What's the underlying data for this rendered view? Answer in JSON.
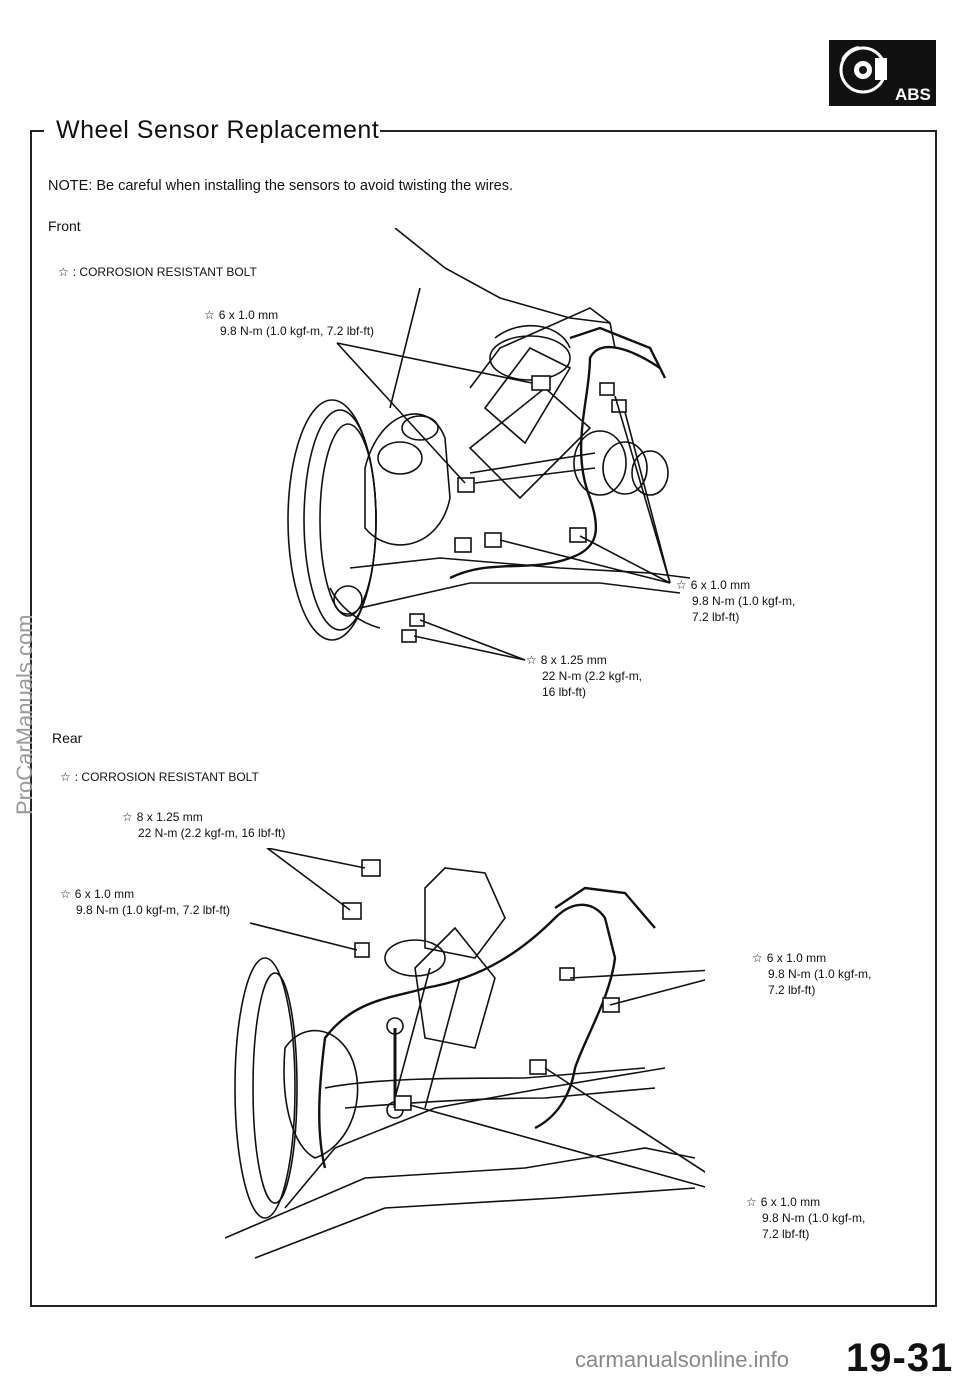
{
  "header": {
    "title": "Wheel Sensor Replacement",
    "badge_text": "ABS"
  },
  "note": "NOTE:  Be careful when installing the sensors to avoid twisting the wires.",
  "front": {
    "heading": "Front",
    "legend": ": CORROSION RESISTANT BOLT",
    "spec_a": {
      "line1": "6 x 1.0 mm",
      "line2": "9.8 N-m (1.0 kgf-m, 7.2 lbf-ft)"
    },
    "spec_b": {
      "line1": "6 x 1.0 mm",
      "line2": "9.8 N-m (1.0 kgf-m,",
      "line3": "7.2 lbf-ft)"
    },
    "spec_c": {
      "line1": "8 x 1.25 mm",
      "line2": "22 N-m (2.2 kgf-m,",
      "line3": "16 lbf-ft)"
    }
  },
  "rear": {
    "heading": "Rear",
    "legend": ": CORROSION RESISTANT BOLT",
    "spec_a": {
      "line1": "8 x 1.25 mm",
      "line2": "22 N-m (2.2 kgf-m, 16 lbf-ft)"
    },
    "spec_b": {
      "line1": "6 x 1.0 mm",
      "line2": "9.8 N-m (1.0 kgf-m, 7.2 lbf-ft)"
    },
    "spec_c": {
      "line1": "6 x 1.0 mm",
      "line2": "9.8 N-m (1.0 kgf-m,",
      "line3": "7.2 lbf-ft)"
    },
    "spec_d": {
      "line1": "6 x 1.0 mm",
      "line2": "9.8 N-m (1.0 kgf-m,",
      "line3": "7.2 lbf-ft)"
    }
  },
  "footer": {
    "page_number": "19-31",
    "watermark_side": "ProCarManuals.com",
    "watermark_bottom": "carmanualsonline.info"
  },
  "icons": {
    "star": "star-icon",
    "abs_badge": "abs-brake-disc-icon"
  }
}
